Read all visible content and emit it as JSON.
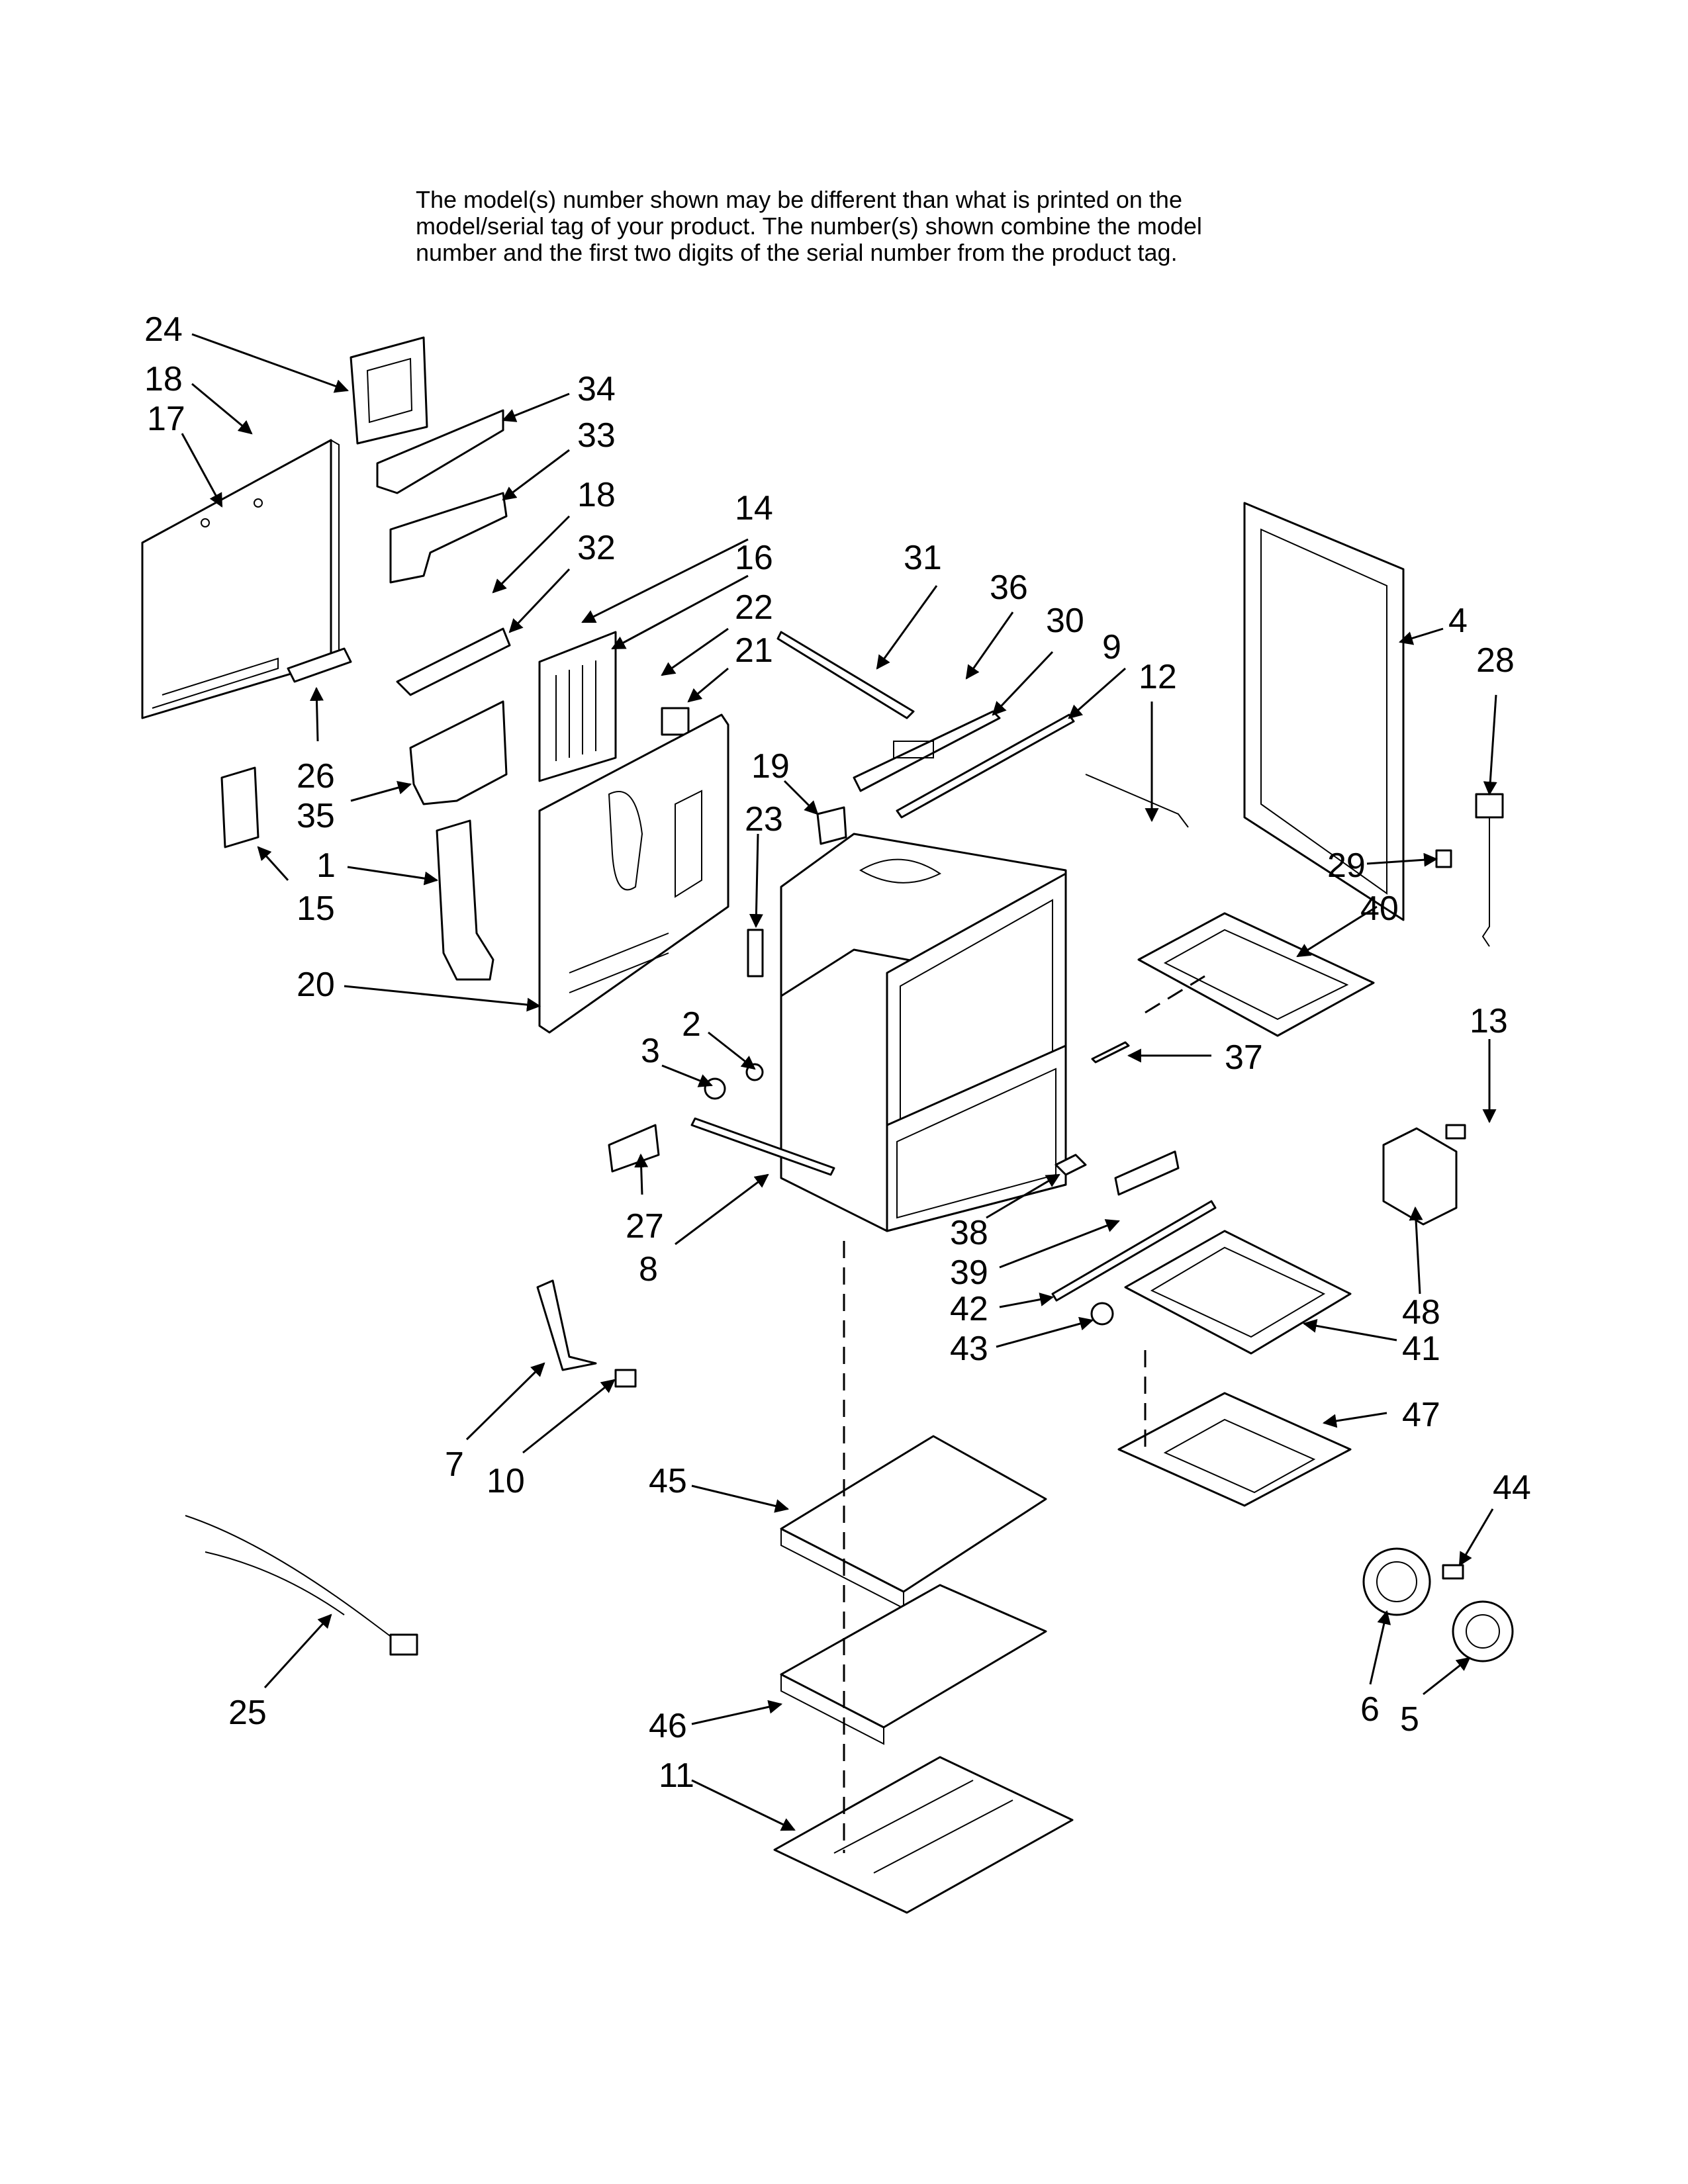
{
  "note": [
    "The model(s) number shown may be different than what is printed on the",
    "model/serial tag of your product. The number(s) shown combine the model",
    "number and the first two digits of the serial number from the product tag."
  ],
  "callouts": [
    "24",
    "18",
    "17",
    "34",
    "33",
    "18",
    "32",
    "14",
    "16",
    "22",
    "21",
    "31",
    "36",
    "30",
    "9",
    "12",
    "4",
    "28",
    "26",
    "35",
    "1",
    "15",
    "19",
    "23",
    "29",
    "40",
    "20",
    "2",
    "3",
    "13",
    "37",
    "27",
    "8",
    "38",
    "39",
    "42",
    "43",
    "48",
    "41",
    "7",
    "10",
    "47",
    "45",
    "44",
    "25",
    "6",
    "5",
    "46",
    "11"
  ]
}
